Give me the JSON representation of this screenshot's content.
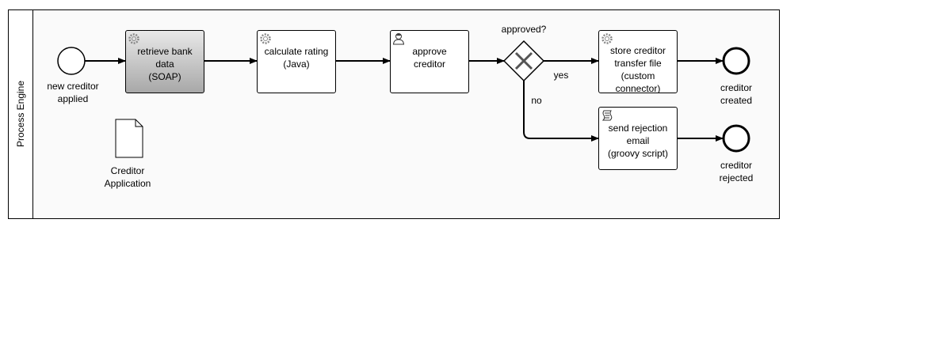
{
  "pool": {
    "label": "Process Engine"
  },
  "events": {
    "start": {
      "label": "new creditor\napplied"
    },
    "end_created": {
      "label": "creditor\ncreated"
    },
    "end_rejected": {
      "label": "creditor\nrejected"
    }
  },
  "tasks": {
    "retrieve": {
      "label": "retrieve bank\ndata\n(SOAP)",
      "type_icon": "gear-icon"
    },
    "calculate": {
      "label": "calculate rating\n(Java)",
      "type_icon": "gear-icon"
    },
    "approve": {
      "label": "approve\ncreditor",
      "type_icon": "user-icon"
    },
    "store": {
      "label": "store creditor\ntransfer file\n(custom\nconnector)",
      "type_icon": "gear-icon"
    },
    "reject": {
      "label": "send rejection\nemail\n(groovy script)",
      "type_icon": "script-icon"
    }
  },
  "gateway": {
    "label": "approved?",
    "type_icon": "x-icon"
  },
  "flows": {
    "yes": "yes",
    "no": "no"
  },
  "data_object": {
    "label": "Creditor\nApplication",
    "icon": "document-icon"
  },
  "colors": {
    "stroke": "#000000",
    "pool_fill": "#fafafa",
    "selected_fill": "#b8b8b8",
    "icon_gray": "#888888"
  }
}
